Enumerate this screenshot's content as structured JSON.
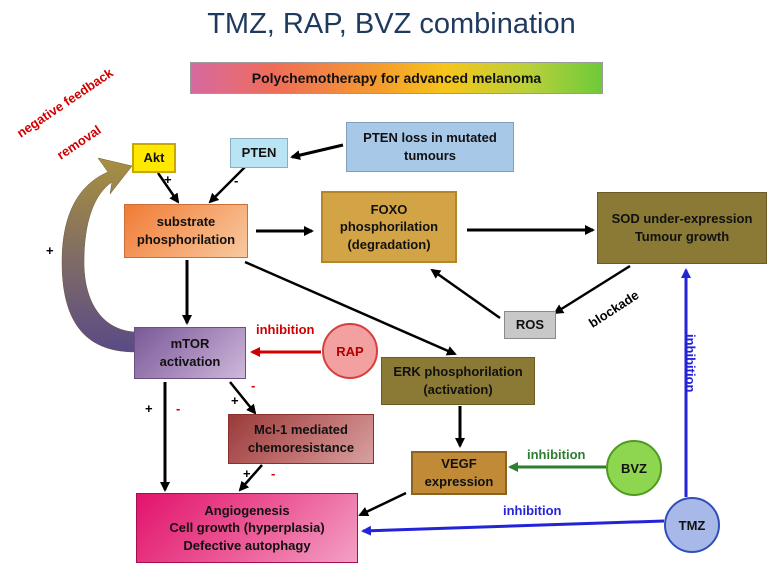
{
  "title": "TMZ, RAP, BVZ combination",
  "subtitle": "Polychemotherapy for advanced melanoma",
  "nodes": {
    "akt": "Akt",
    "pten": "PTEN",
    "pten_loss": "PTEN loss in mutated\ntumours",
    "substrate": "substrate\nphosphorilation",
    "foxo": "FOXO\nphosphorilation\n(degradation)",
    "sod": "SOD under-expression\nTumour growth",
    "ros": "ROS",
    "mtor": "mTOR\nactivation",
    "erk": "ERK phosphorilation\n(activation)",
    "mcl": "Mcl-1 mediated\nchemoresistance",
    "vegf": "VEGF\nexpression",
    "angio": "Angiogenesis\nCell growth (hyperplasia)\nDefective autophagy"
  },
  "drugs": {
    "rap": "RAP",
    "bvz": "BVZ",
    "tmz": "TMZ"
  },
  "labels": {
    "neg_feedback_1": "negative feedback",
    "neg_feedback_2": "removal",
    "plus": "+",
    "minus": "-",
    "inhibition": "inhibition",
    "blockade": "blockade"
  },
  "colors": {
    "inhibition_red": "#d00000",
    "inhibition_green": "#2e7d32",
    "inhibition_blue": "#2323d8"
  }
}
